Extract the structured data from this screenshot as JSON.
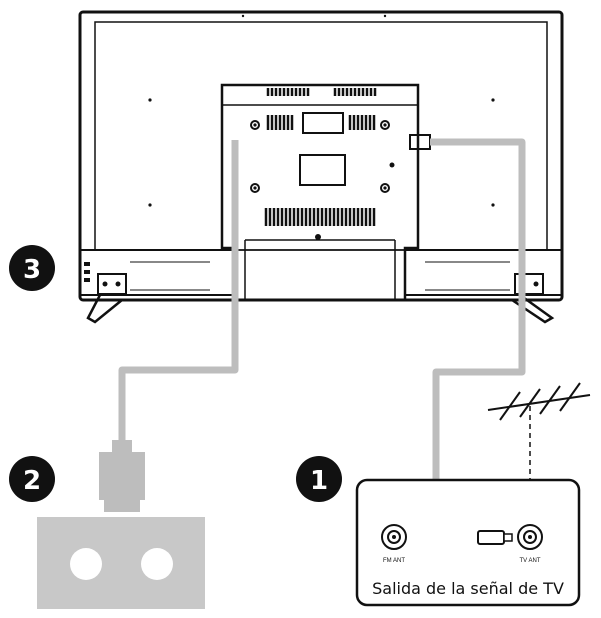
{
  "steps": {
    "step1": "1",
    "step2": "2",
    "step3": "3"
  },
  "wall_plate": {
    "fm_label": "FM ANT",
    "tv_label": "TV ANT",
    "caption": "Salida de la señal de TV"
  },
  "colors": {
    "cable": "#bdbdbd",
    "outline": "#111111",
    "bubble": "#111111",
    "socket_plate": "#c8c8c8"
  },
  "icons": [
    "tv-back",
    "antenna-icon",
    "power-socket-icon",
    "power-plug-icon",
    "coax-plug-icon"
  ]
}
